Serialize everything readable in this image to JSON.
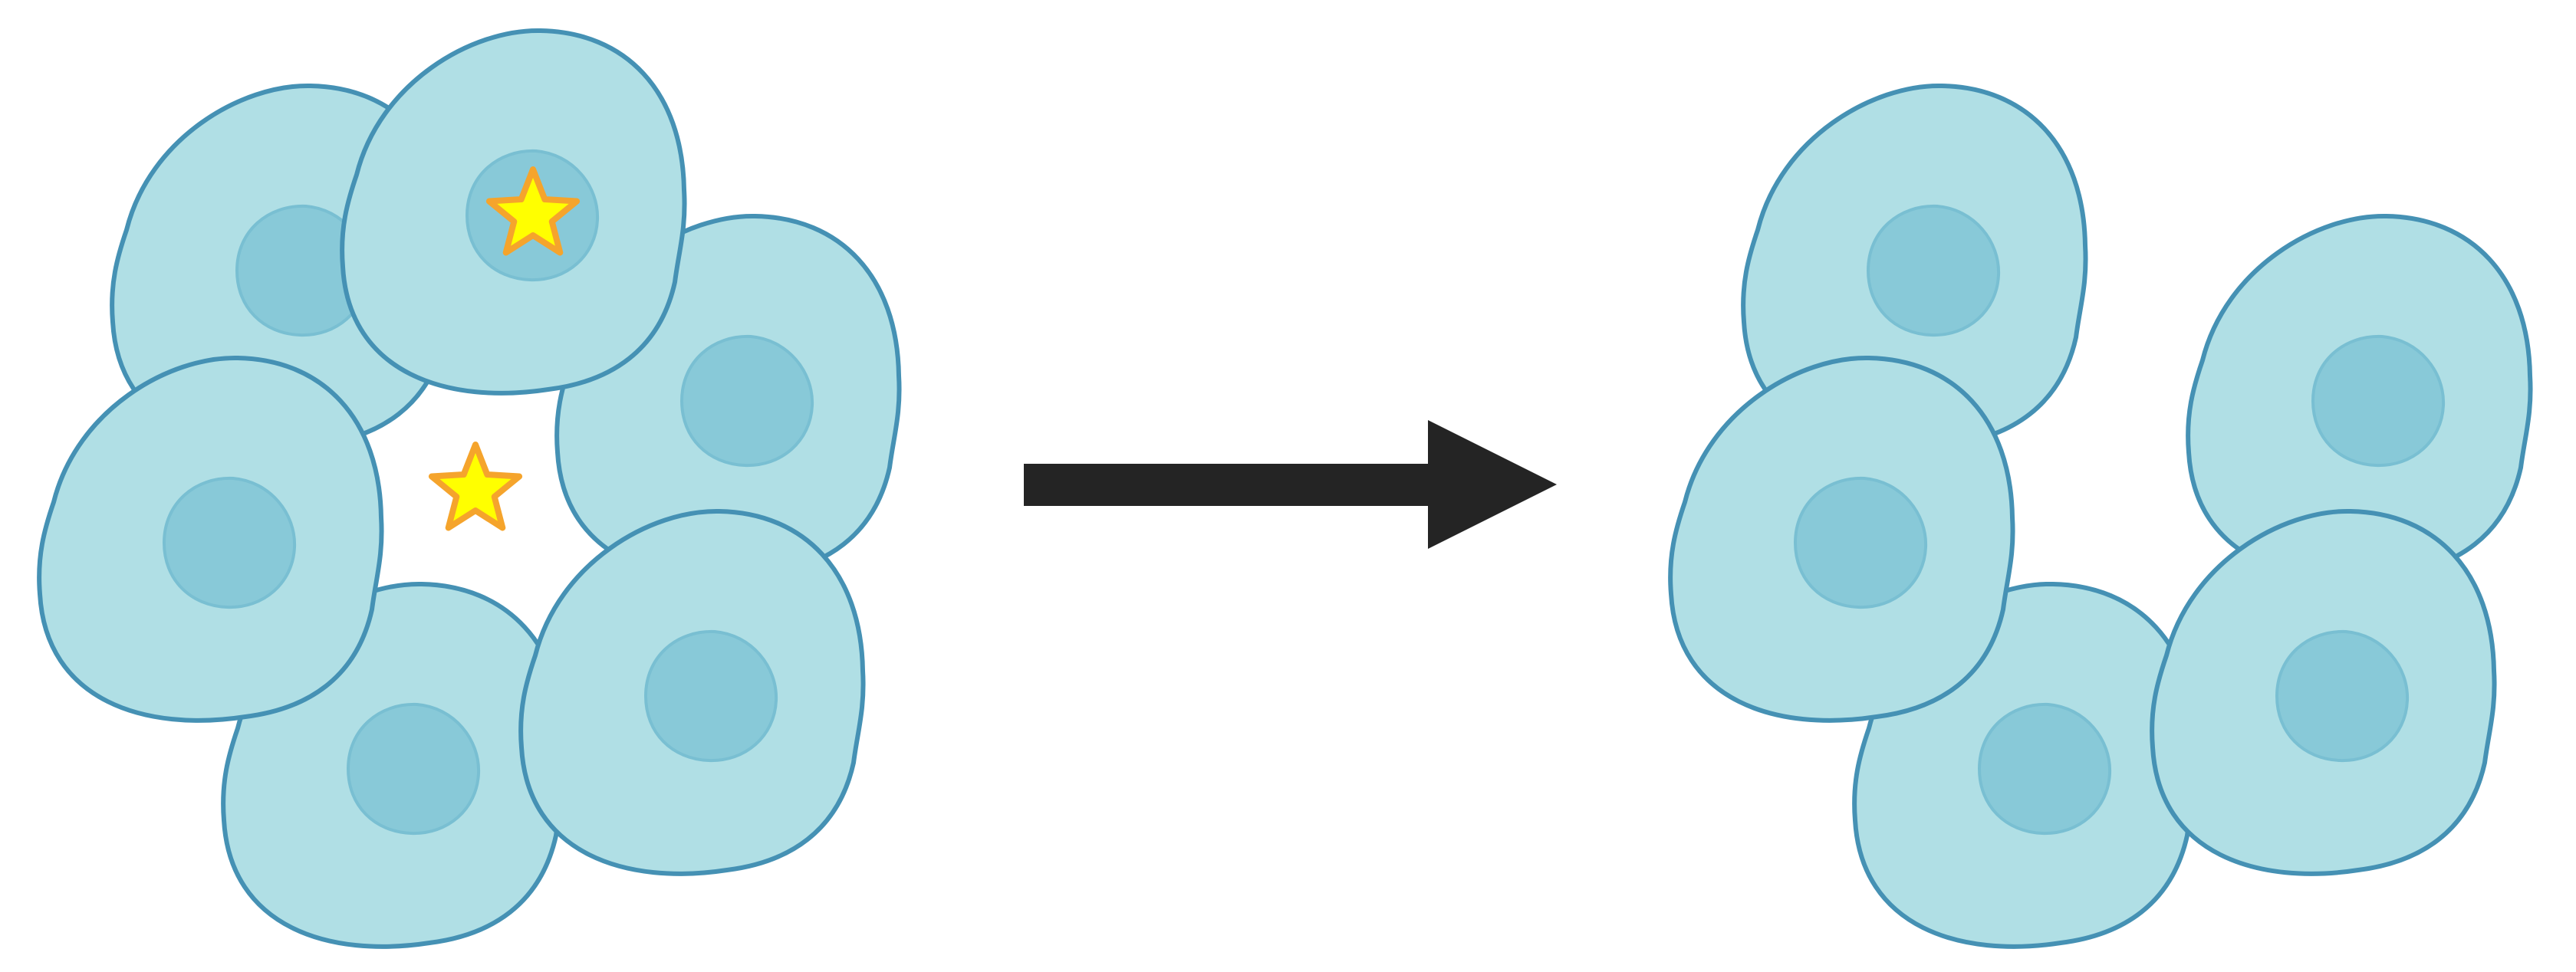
{
  "colors": {
    "background": "#ffffff",
    "cell_fill": "#b0dfe5",
    "cell_stroke": "#4591b4",
    "nucleus_fill": "#88c9d8",
    "nucleus_stroke": "#79bfd2",
    "star_fill": "#ffff00",
    "star_stroke": "#f5a42c",
    "arrow": "#242424"
  },
  "panels": [
    {
      "name": "before-cluster",
      "cells": [
        {
          "name": "cell-top-left"
        },
        {
          "name": "cell-top-center",
          "marked": true
        },
        {
          "name": "cell-right"
        },
        {
          "name": "cell-bottom"
        },
        {
          "name": "cell-left"
        },
        {
          "name": "cell-bottom-right"
        }
      ],
      "free_star": true
    },
    {
      "name": "after-cluster",
      "cells": [
        {
          "name": "cell-top-left"
        },
        {
          "name": "cell-right"
        },
        {
          "name": "cell-bottom"
        },
        {
          "name": "cell-left"
        },
        {
          "name": "cell-bottom-right"
        }
      ],
      "free_star": false
    }
  ],
  "icons": {
    "arrow": "right-arrow-icon",
    "star": "star-icon"
  }
}
